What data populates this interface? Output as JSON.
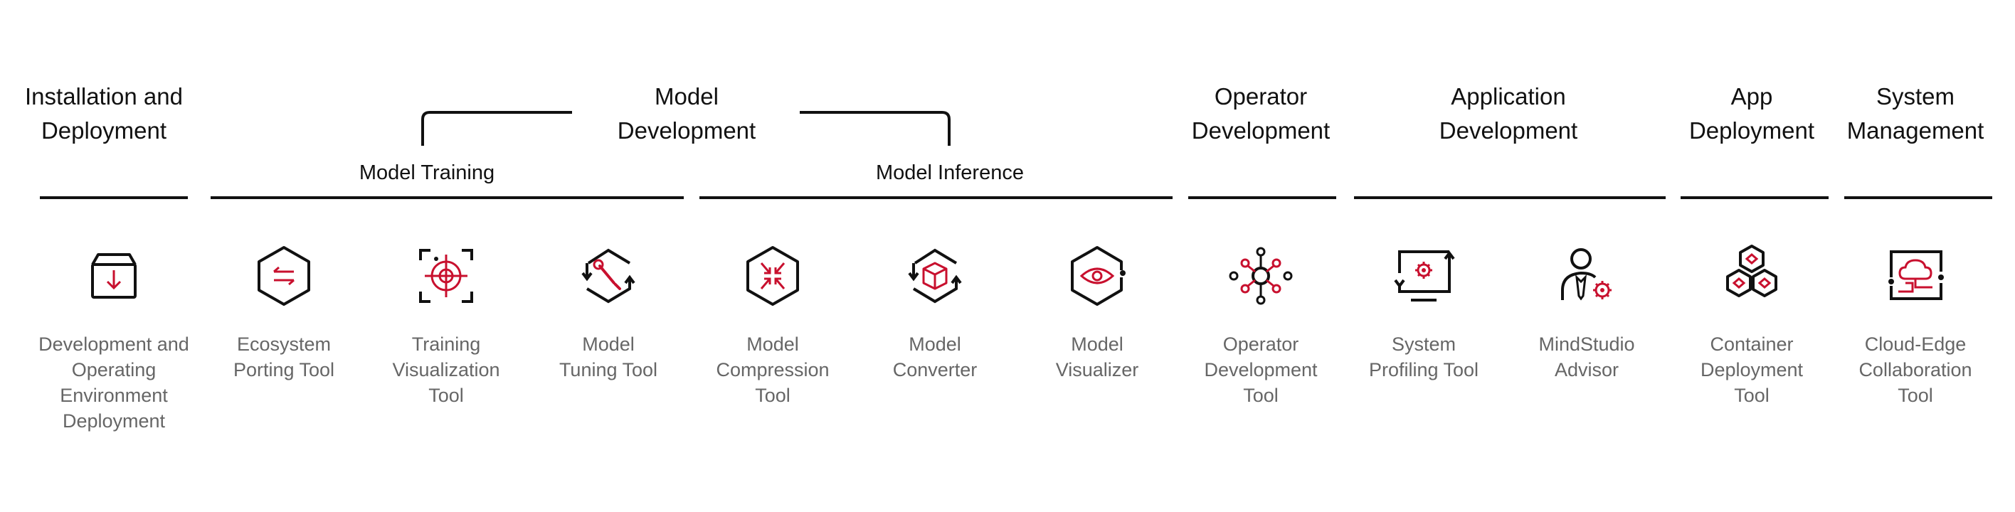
{
  "colors": {
    "accent": "#c8102e",
    "ink": "#111111",
    "label": "#666666"
  },
  "headers": {
    "installation": "Installation and\nDeployment",
    "model_development": "Model\nDevelopment",
    "operator": "Operator\nDevelopment",
    "application": "Application\nDevelopment",
    "app_deployment": "App\nDeployment",
    "system_management": "System\nManagement"
  },
  "subheaders": {
    "model_training": "Model Training",
    "model_inference": "Model Inference"
  },
  "tools": [
    {
      "label": "Development and\nOperating\nEnvironment\nDeployment",
      "icon": "box-download-icon"
    },
    {
      "label": "Ecosystem\nPorting Tool",
      "icon": "hex-swap-icon"
    },
    {
      "label": "Training\nVisualization\nTool",
      "icon": "target-icon"
    },
    {
      "label": "Model\nTuning Tool",
      "icon": "hex-wrench-icon"
    },
    {
      "label": "Model\nCompression\nTool",
      "icon": "hex-compress-icon"
    },
    {
      "label": "Model\nConverter",
      "icon": "hex-cube-icon"
    },
    {
      "label": "Model\nVisualizer",
      "icon": "hex-eye-icon"
    },
    {
      "label": "Operator\nDevelopment\nTool",
      "icon": "network-node-icon"
    },
    {
      "label": "System\nProfiling Tool",
      "icon": "monitor-gear-icon"
    },
    {
      "label": "MindStudio\nAdvisor",
      "icon": "person-gear-icon"
    },
    {
      "label": "Container\nDeployment\nTool",
      "icon": "cubes-icon"
    },
    {
      "label": "Cloud-Edge\nCollaboration\nTool",
      "icon": "cloud-edge-icon"
    }
  ]
}
